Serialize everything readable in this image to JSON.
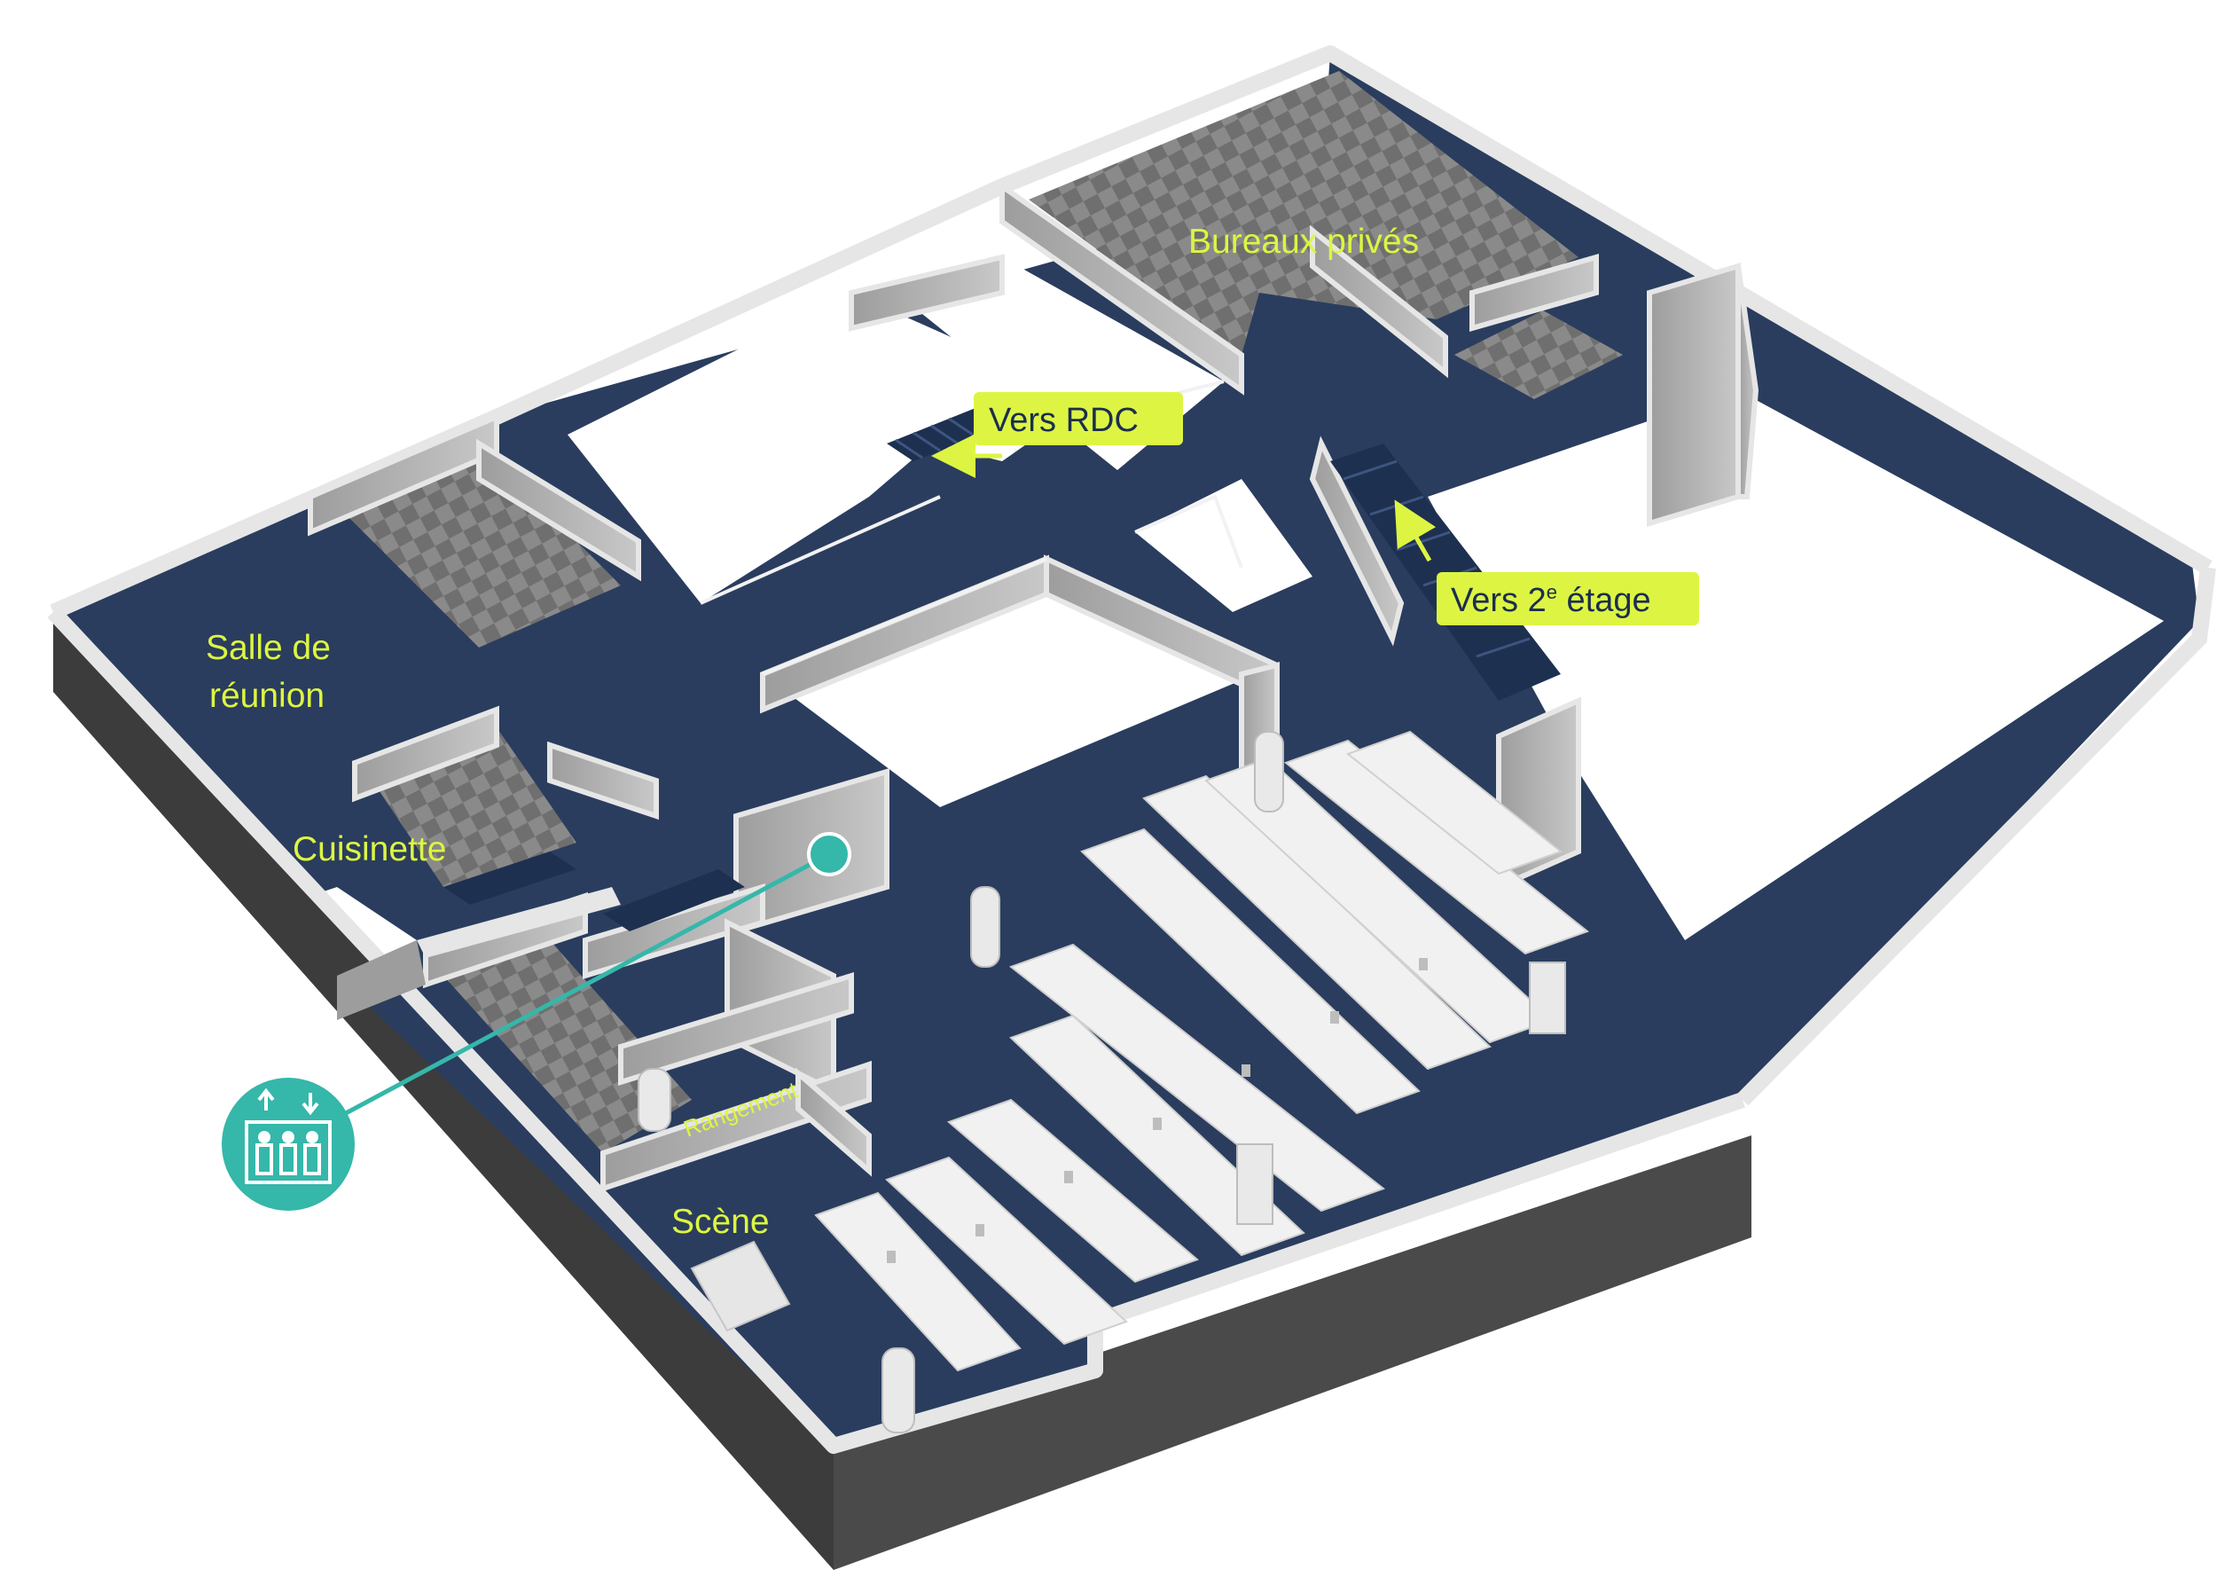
{
  "labels": {
    "bureaux": "Bureaux privés",
    "salle_line1": "Salle de",
    "salle_line2": "réunion",
    "cuisinette": "Cuisinette",
    "rangement": "Rangement",
    "scene": "Scène",
    "vers_rdc": "Vers RDC",
    "vers_2e_prefix": "Vers 2",
    "vers_2e_sup": "e",
    "vers_2e_suffix": " étage"
  },
  "icons": {
    "elevator": "elevator-icon",
    "arrow_rdc": "arrow-left-icon",
    "arrow_2e": "arrow-up-left-icon"
  },
  "colors": {
    "floor": "#2a3d5e",
    "wall_top": "#e6e6e6",
    "wall_side": "#a8a8a8",
    "label_green": "#ddf542",
    "teal": "#35b7aa"
  }
}
